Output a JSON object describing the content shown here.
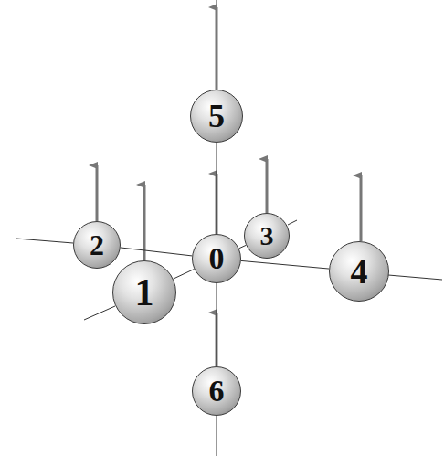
{
  "diagram": {
    "nodes": [
      {
        "text": [
          "0"
        ]
      },
      {
        "text": [
          "1"
        ]
      },
      {
        "text": [
          "2"
        ]
      },
      {
        "text": [
          "3"
        ]
      },
      {
        "text": [
          "4"
        ]
      },
      {
        "text": [
          "5"
        ]
      },
      {
        "text": [
          "6"
        ]
      }
    ],
    "edges": [
      {
        "from": 0,
        "to": 1,
        "arrow": "none"
      },
      {
        "from": 0,
        "to": 2,
        "arrow": "none"
      },
      {
        "from": 0,
        "to": 3,
        "arrow": "none"
      },
      {
        "from": 0,
        "to": 4,
        "arrow": "none"
      },
      {
        "from": 0,
        "to": 5,
        "arrow": "none"
      },
      {
        "from": 0,
        "to": 6,
        "arrow": "none"
      }
    ]
  }
}
